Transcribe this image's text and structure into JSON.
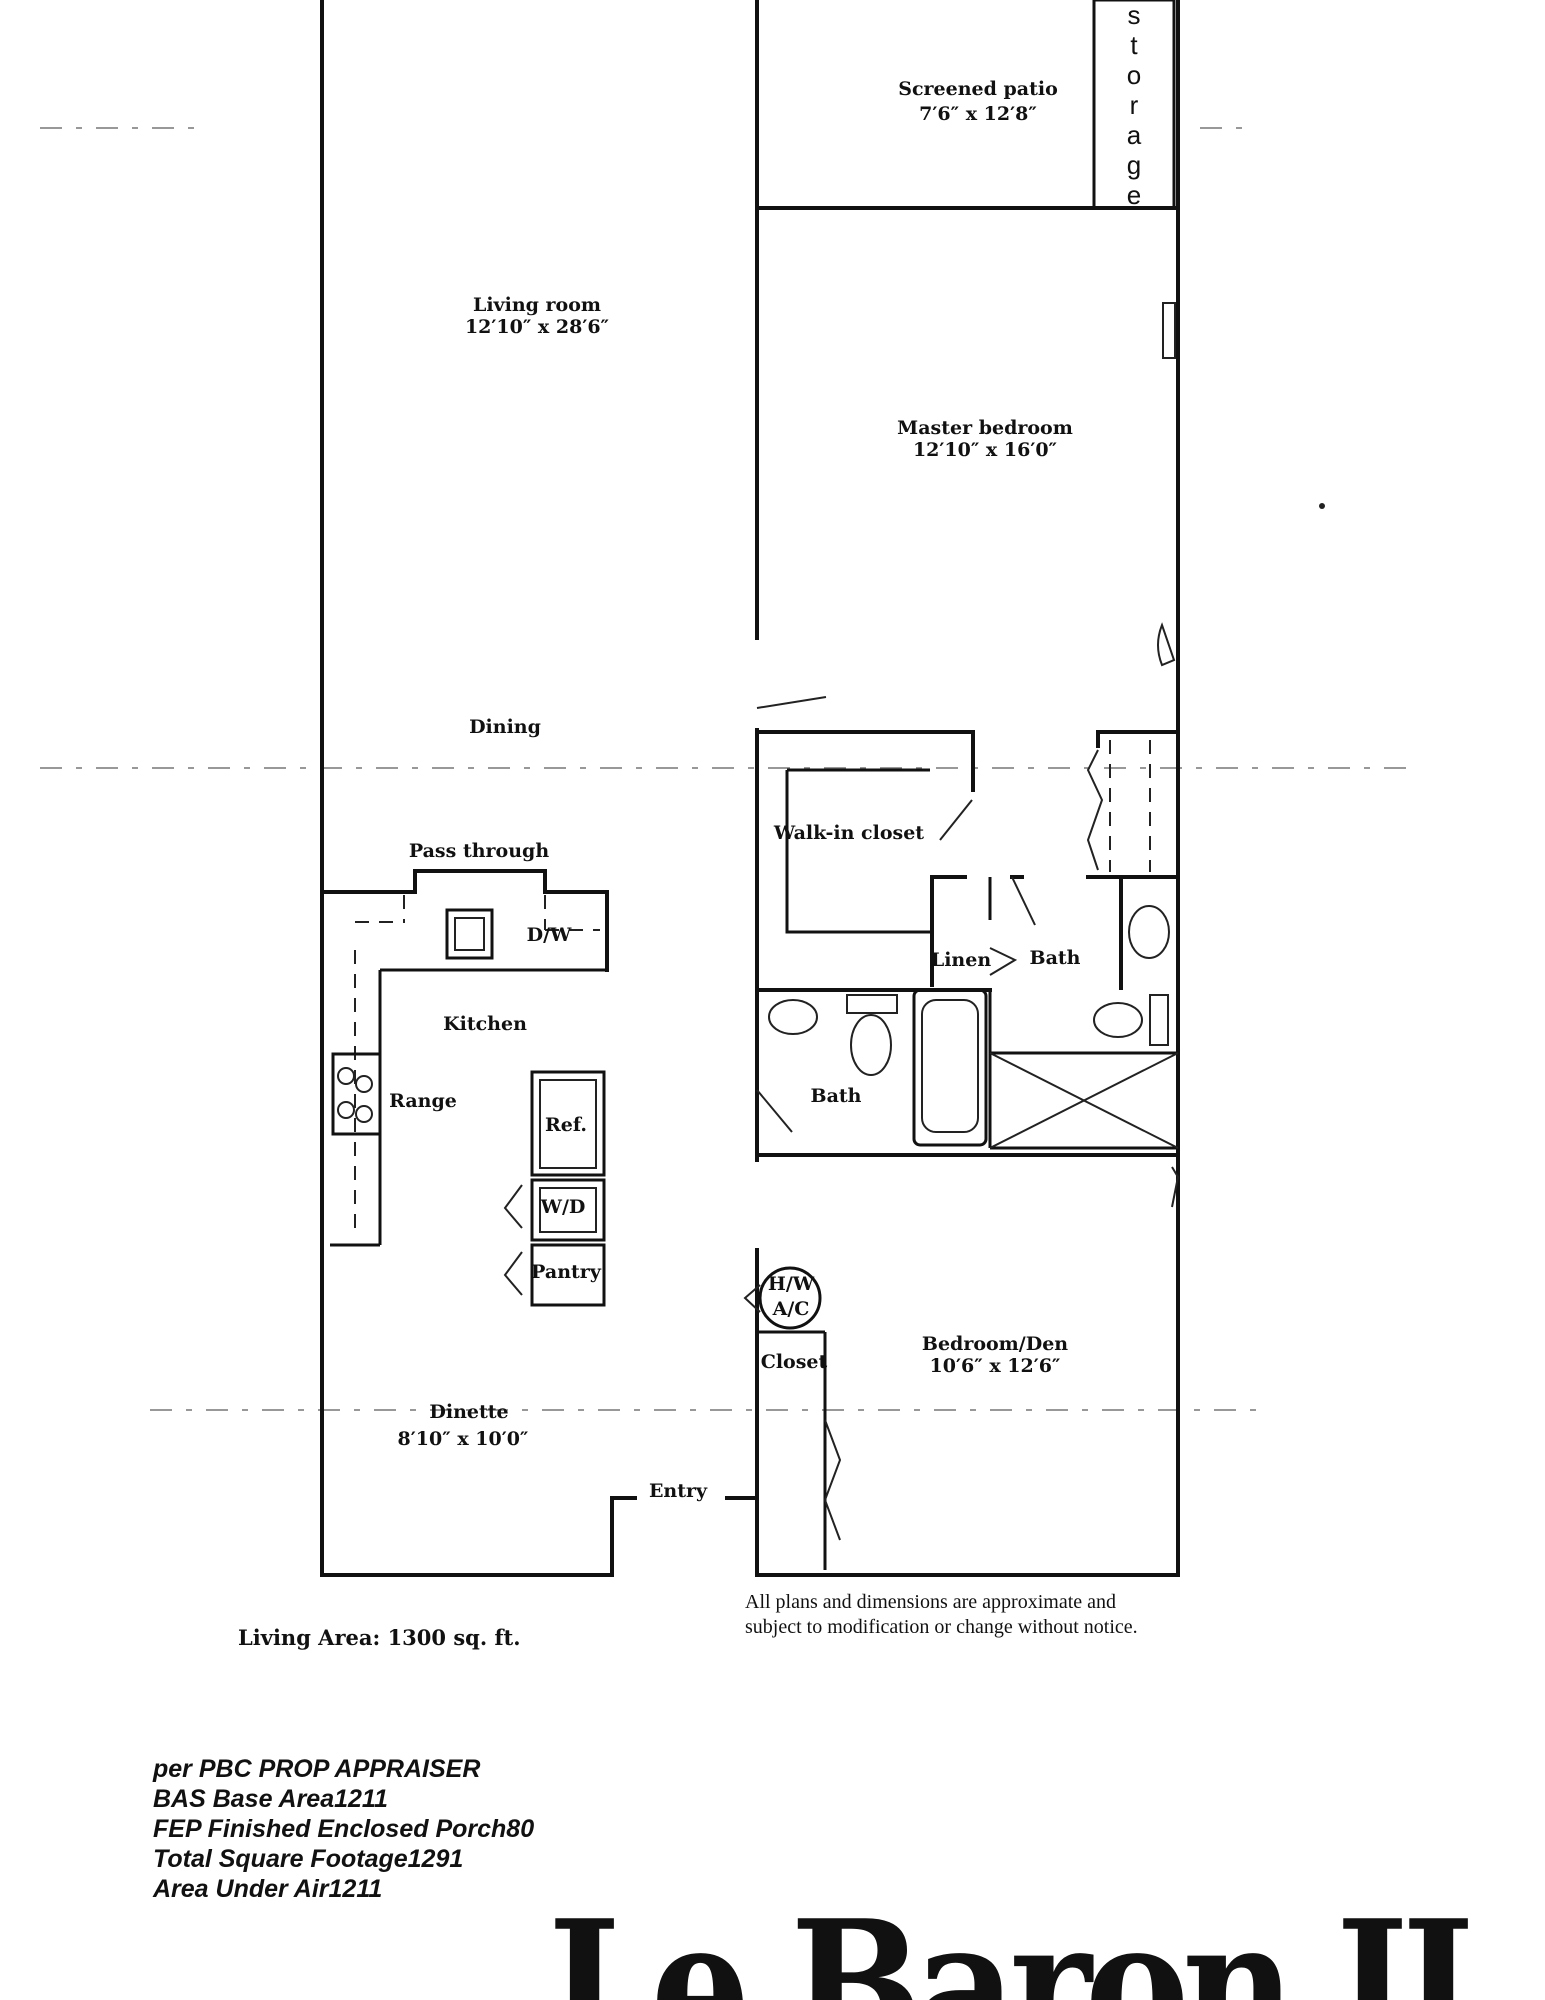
{
  "rooms": {
    "screened_patio": {
      "name": "Screened patio",
      "dims": "7′6″ x 12′8″"
    },
    "living_room": {
      "name": "Living room",
      "dims": "12′10″ x 28′6″"
    },
    "master_bedroom": {
      "name": "Master bedroom",
      "dims": "12′10″ x 16′0″"
    },
    "dining": {
      "name": "Dining"
    },
    "pass_through": {
      "name": "Pass through"
    },
    "walk_in_closet": {
      "name": "Walk-in closet"
    },
    "dw": {
      "name": "D/W"
    },
    "linen": {
      "name": "Linen"
    },
    "bath_master": {
      "name": "Bath"
    },
    "kitchen": {
      "name": "Kitchen"
    },
    "range": {
      "name": "Range"
    },
    "ref": {
      "name": "Ref."
    },
    "bath_hall": {
      "name": "Bath"
    },
    "wd": {
      "name": "W/D"
    },
    "pantry": {
      "name": "Pantry"
    },
    "hwac_top": {
      "name": "H/W"
    },
    "hwac_bottom": {
      "name": "A/C"
    },
    "closet": {
      "name": "Closet"
    },
    "bedroom_den": {
      "name": "Bedroom/Den",
      "dims": "10′6″ x 12′6″"
    },
    "dinette": {
      "name": "Dinette",
      "dims": "8′10″ x 10′0″"
    },
    "entry": {
      "name": "Entry"
    }
  },
  "storage_letters": [
    "s",
    "t",
    "o",
    "r",
    "a",
    "g",
    "e"
  ],
  "disclaimer": {
    "line1": "All plans and dimensions are approximate and",
    "line2": "subject to modification or change without notice."
  },
  "living_area": "Living Area: 1300 sq. ft.",
  "appraiser": {
    "line1": "per PBC PROP APPRAISER",
    "line2": "BAS Base Area1211",
    "line3": "FEP Finished Enclosed Porch80",
    "line4": "Total Square Footage1291",
    "line5": "Area Under Air1211"
  },
  "brand": "Le Baron II"
}
